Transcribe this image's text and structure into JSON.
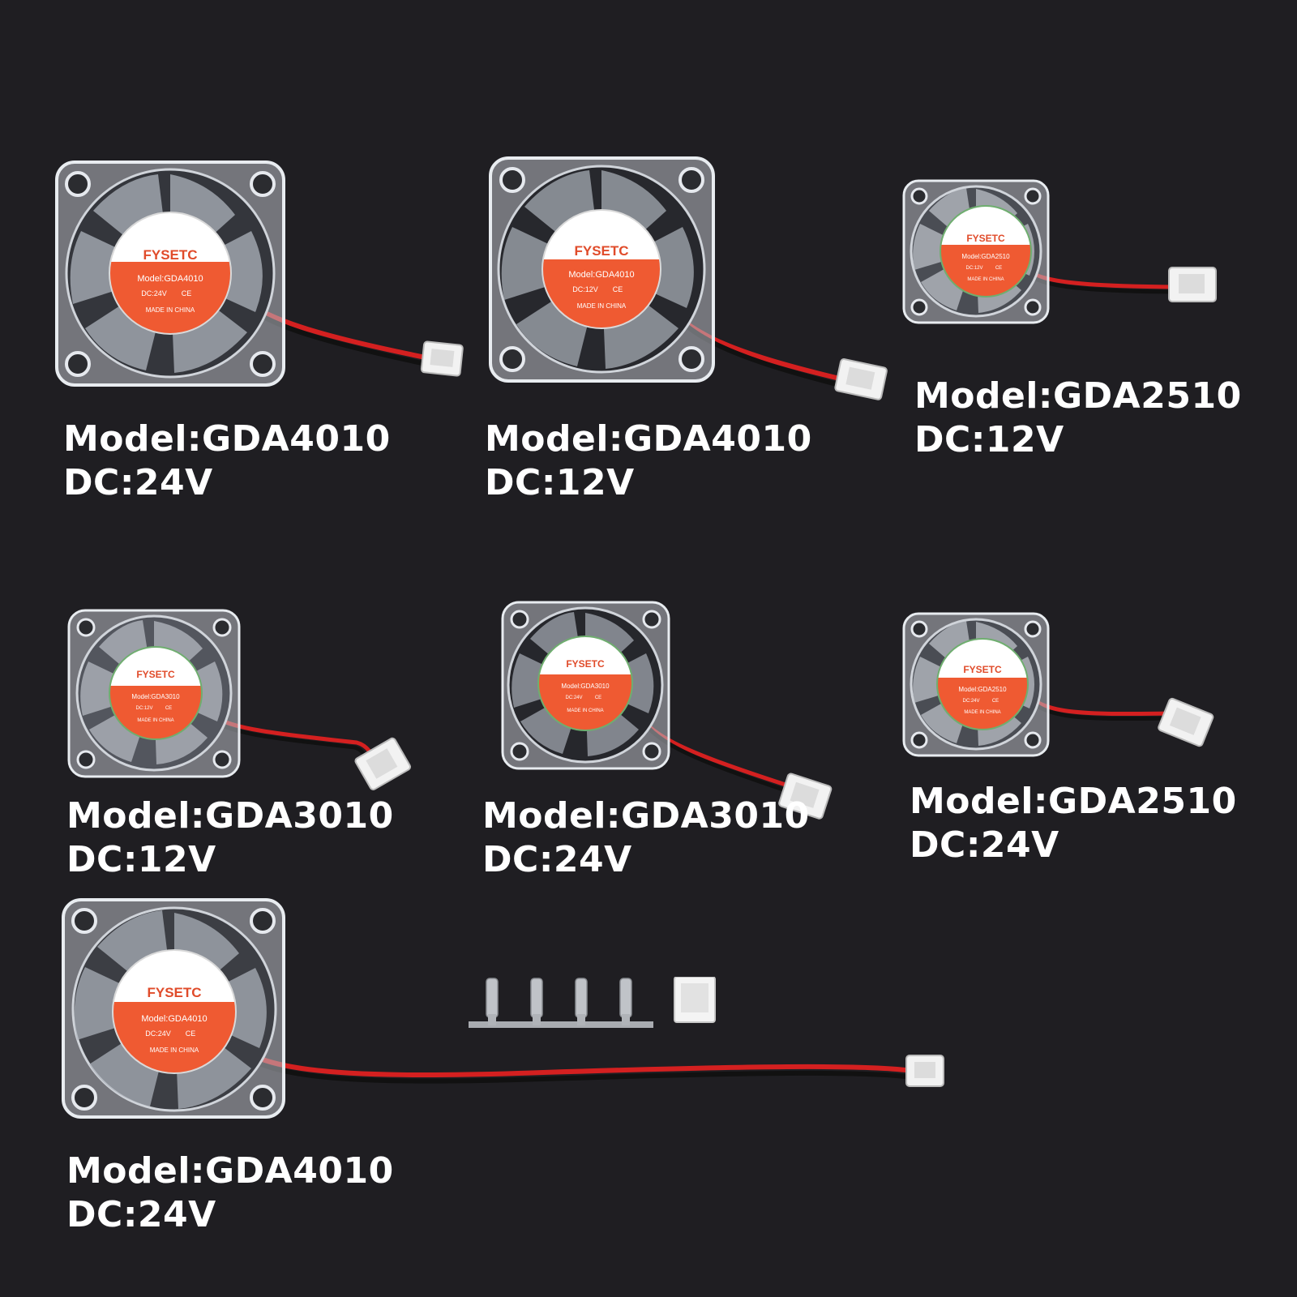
{
  "products": [
    {
      "model": "Model:GDA4010",
      "dc": "DC:24V",
      "label_brand": "FYSETC",
      "label_model": "Model:GDA4010",
      "label_dc": "DC:24V",
      "label_ce": "CE",
      "label_origin": "MADE IN CHINA"
    },
    {
      "model": "Model:GDA4010",
      "dc": "DC:12V",
      "label_brand": "FYSETC",
      "label_model": "Model:GDA4010",
      "label_dc": "DC:12V",
      "label_ce": "CE",
      "label_origin": "MADE IN CHINA"
    },
    {
      "model": "Model:GDA2510",
      "dc": "DC:12V",
      "label_brand": "FYSETC",
      "label_model": "Model:GDA2510",
      "label_dc": "DC:12V",
      "label_ce": "CE",
      "label_origin": "MADE IN CHINA"
    },
    {
      "model": "Model:GDA3010",
      "dc": "DC:12V",
      "label_brand": "FYSETC",
      "label_model": "Model:GDA3010",
      "label_dc": "DC:12V",
      "label_ce": "CE",
      "label_origin": "MADE IN CHINA"
    },
    {
      "model": "Model:GDA3010",
      "dc": "DC:24V",
      "label_brand": "FYSETC",
      "label_model": "Model:GDA3010",
      "label_dc": "DC:24V",
      "label_ce": "CE",
      "label_origin": "MADE IN CHINA"
    },
    {
      "model": "Model:GDA2510",
      "dc": "DC:24V",
      "label_brand": "FYSETC",
      "label_model": "Model:GDA2510",
      "label_dc": "DC:24V",
      "label_ce": "CE",
      "label_origin": "MADE IN CHINA"
    },
    {
      "model": "Model:GDA4010",
      "dc": "DC:24V",
      "label_brand": "FYSETC",
      "label_model": "Model:GDA4010",
      "label_dc": "DC:24V",
      "label_ce": "CE",
      "label_origin": "MADE IN CHINA"
    }
  ],
  "colors": {
    "background": "#1f1e22",
    "label": "#ef5a32",
    "wire_red": "#d42020",
    "wire_black": "#111111",
    "text": "#ffffff"
  },
  "accessories": {
    "crimp_terminals": 4,
    "connector_housings": 1
  }
}
